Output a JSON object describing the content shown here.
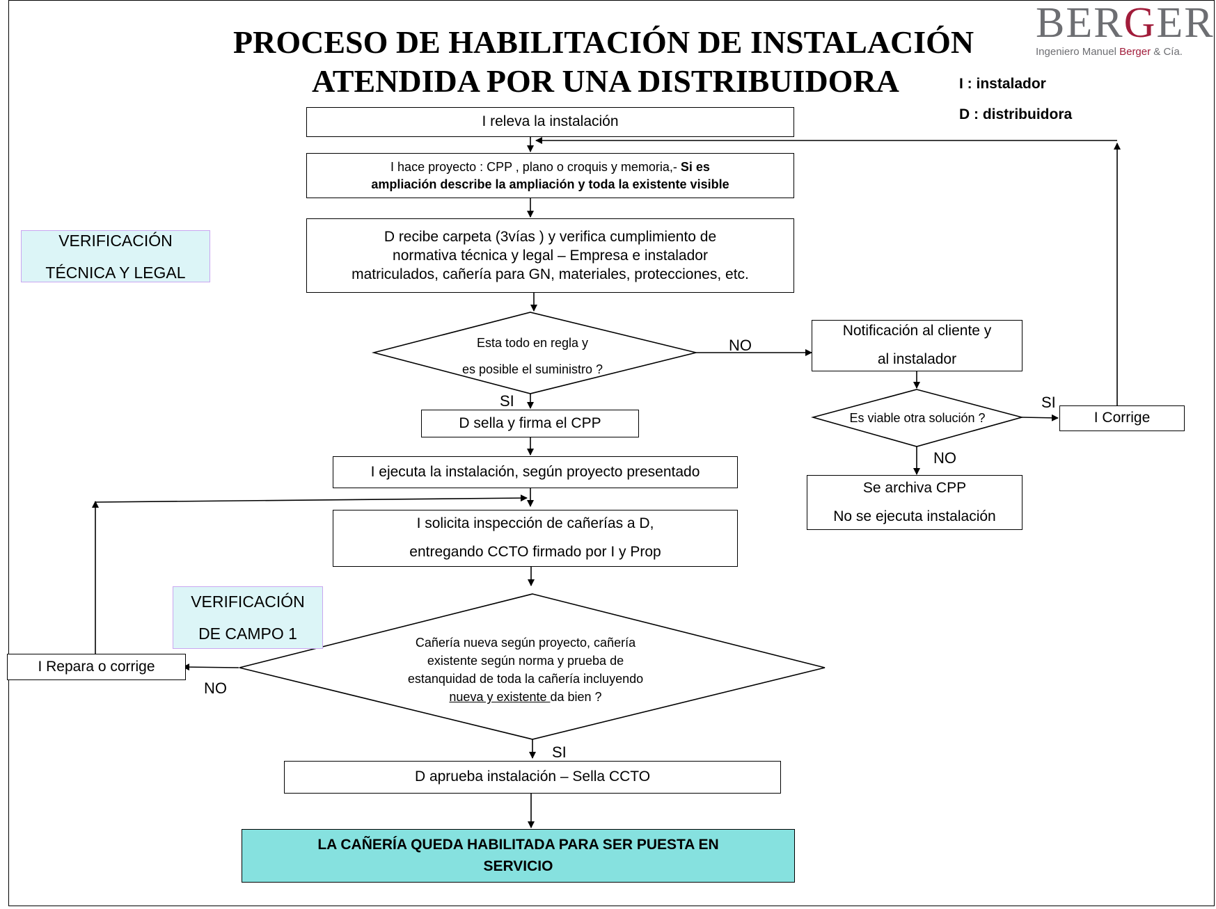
{
  "title": {
    "line1": "PROCESO DE HABILITACIÓN DE INSTALACIÓN",
    "line2": "ATENDIDA POR UNA DISTRIBUIDORA"
  },
  "logo": {
    "word_a": "BER",
    "word_b": "G",
    "word_c": "ER",
    "sub_a": "Ingeniero Manuel ",
    "sub_b": "Berger",
    "sub_c": " & Cía.",
    "brand_color": "#a11c3a",
    "gray_color": "#6d6e72"
  },
  "legend": {
    "i": "I : instalador",
    "d": "D : distribuidora"
  },
  "verification": {
    "tech_line1": "VERIFICACIÓN",
    "tech_line2": "TÉCNICA Y LEGAL",
    "field_line1": "VERIFICACIÓN",
    "field_line2": "DE CAMPO 1",
    "fill_color": "#dcf5f7"
  },
  "nodes": {
    "releva": "I releva la instalación",
    "proyecto_normal": "I hace proyecto : CPP , plano o croquis y memoria,- ",
    "proyecto_bold1": "Si es",
    "proyecto_bold2": "ampliación describe la ampliación y toda la existente visible",
    "recibe_line1": "D recibe carpeta (3vías ) y verifica cumplimiento de",
    "recibe_line2": "normativa técnica y legal – Empresa e instalador",
    "recibe_line3": "matriculados, cañería para GN, materiales, protecciones, etc.",
    "decision1_line1": "Esta todo en regla y",
    "decision1_line2": "es posible el suministro ?",
    "notificacion_line1": "Notificación al cliente y",
    "notificacion_line2": "al instalador",
    "decision_viable": "Es viable otra solución ?",
    "corrige": "I Corrige",
    "archiva_line1": "Se archiva CPP",
    "archiva_line2": "No se ejecuta instalación",
    "sella": "D sella y firma el CPP",
    "ejecuta": "I ejecuta la instalación, según proyecto presentado",
    "solicita_line1": "I solicita inspección de cañerías a D,",
    "solicita_line2": "entregando CCTO firmado por I y Prop",
    "decision2_line1": "Cañería nueva según proyecto, cañería",
    "decision2_line2": "existente según norma  y prueba de",
    "decision2_line3": "estanquidad de toda la cañería incluyendo",
    "decision2_line4_u": "nueva y existente ",
    "decision2_line4_rest": "da bien ?",
    "repara": "I Repara o corrige",
    "aprueba": "D aprueba instalación – Sella CCTO",
    "final_line1": "LA CAÑERÍA QUEDA HABILITADA PARA SER PUESTA  EN",
    "final_line2": "SERVICIO",
    "final_color": "#86e1df"
  },
  "labels": {
    "no1": "NO",
    "si1": "SI",
    "si_viable": "SI",
    "no_viable": "NO",
    "no2": "NO",
    "si2": "SI"
  }
}
